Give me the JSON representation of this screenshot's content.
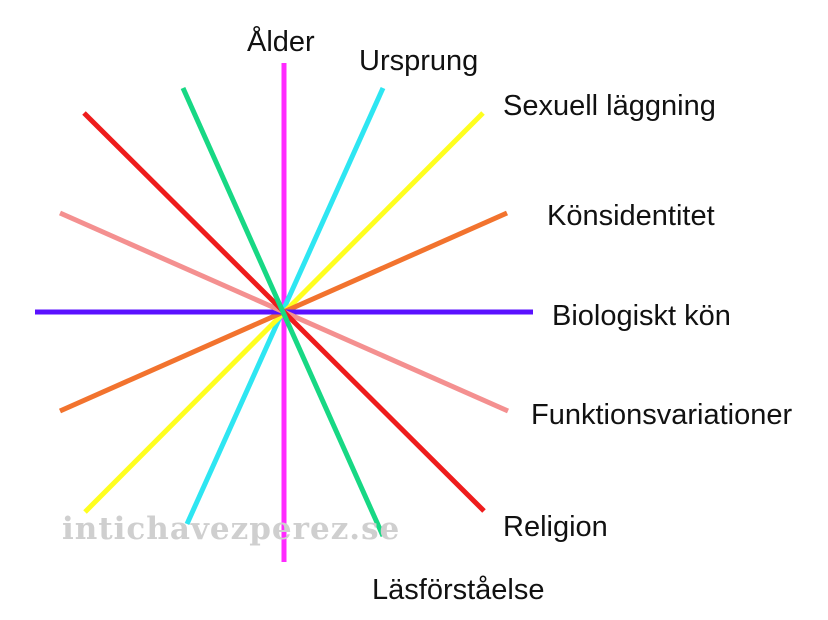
{
  "diagram": {
    "axes": [
      {
        "label": "Ålder",
        "color": "#ff2bff"
      },
      {
        "label": "Ursprung",
        "color": "#2ee6f2"
      },
      {
        "label": "Sexuell läggning",
        "color": "#ffff1f"
      },
      {
        "label": "Könsidentitet",
        "color": "#f2732e"
      },
      {
        "label": "Biologiskt kön",
        "color": "#5a11ff"
      },
      {
        "label": "Funktionsvariationer",
        "color": "#f49090"
      },
      {
        "label": "Religion",
        "color": "#ee1c1c"
      },
      {
        "label": "Läsförståelse",
        "color": "#17d884"
      }
    ]
  },
  "watermark": "intichavezperez.se"
}
